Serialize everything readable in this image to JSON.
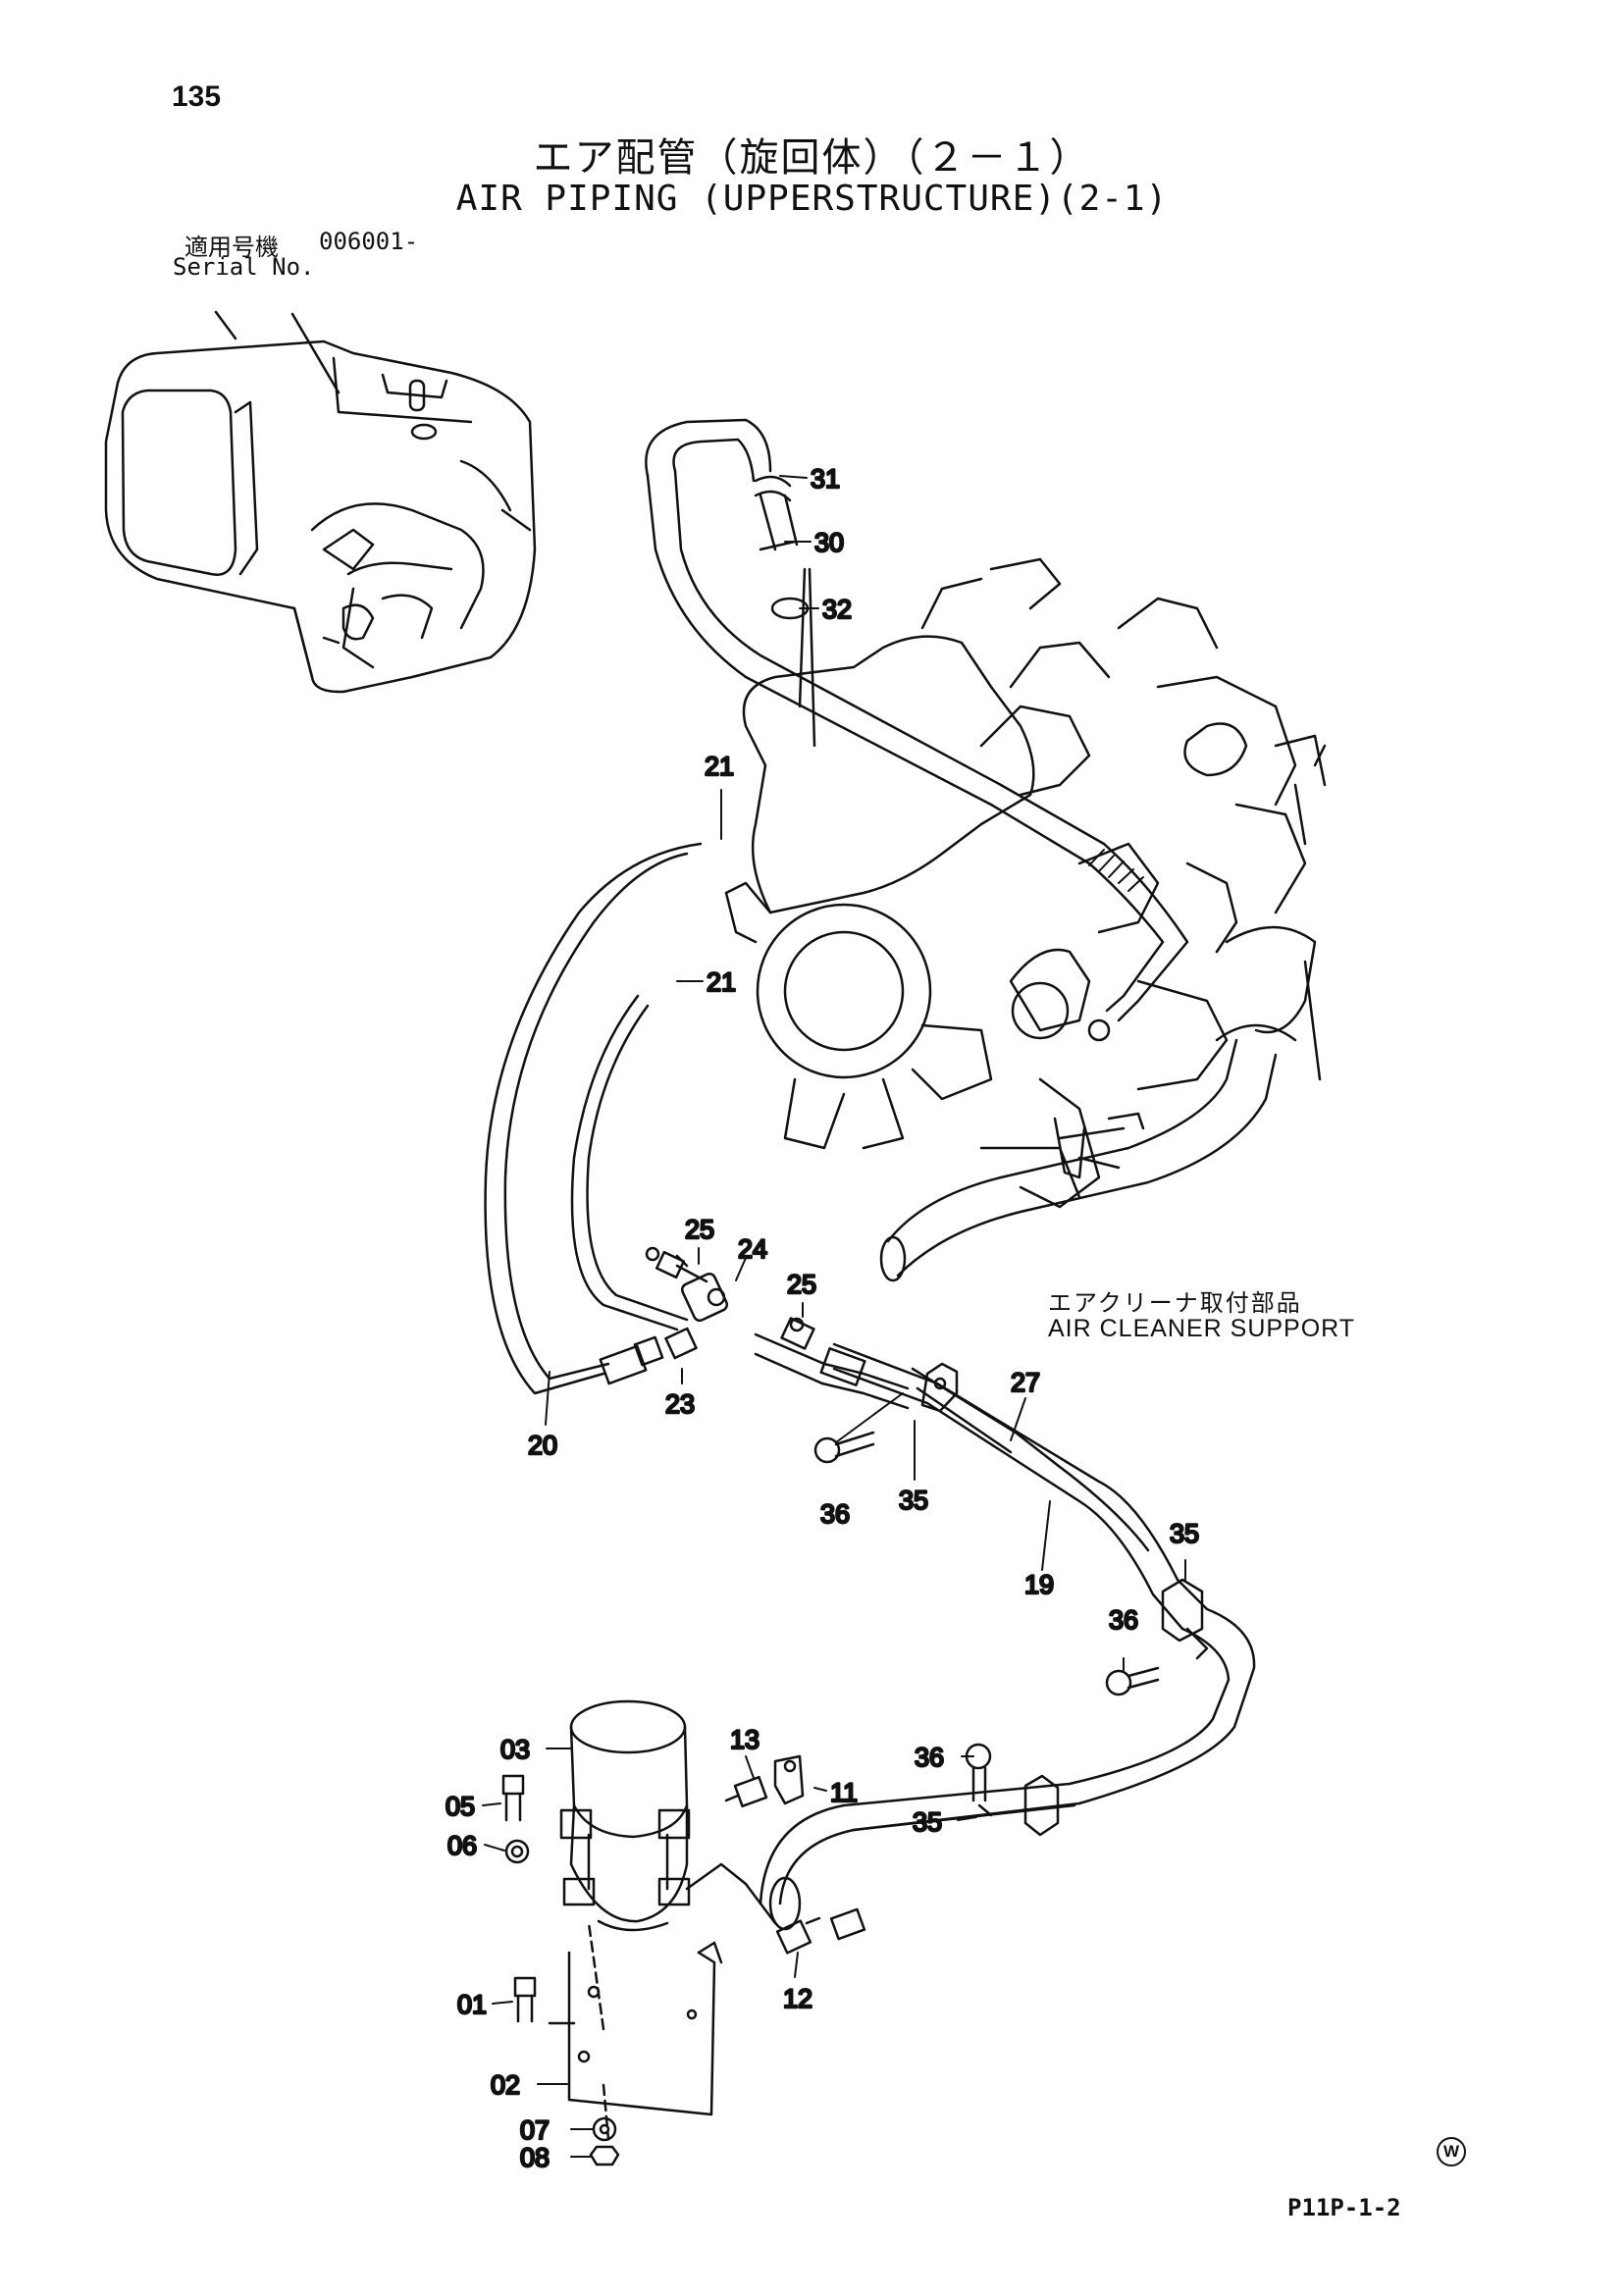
{
  "page_number": "135",
  "title_jp": "エア配管（旋回体）（２－１）",
  "title_en": "AIR PIPING (UPPERSTRUCTURE)(2-1)",
  "serial": {
    "label_jp": "適用号機",
    "value": "006001-",
    "label_en": "Serial No."
  },
  "note": {
    "jp": "エアクリーナ取付部品",
    "en": "AIR CLEANER SUPPORT"
  },
  "mark": "W",
  "page_code": "P11P-1-2",
  "callouts": {
    "c31": "31",
    "c30": "30",
    "c32": "32",
    "c21a": "21",
    "c21b": "21",
    "c25a": "25",
    "c24": "24",
    "c25b": "25",
    "c23": "23",
    "c20": "20",
    "c27": "27",
    "c36a": "36",
    "c35a": "35",
    "c19": "19",
    "c35b": "35",
    "c36b": "36",
    "c03": "03",
    "c13": "13",
    "c11": "11",
    "c05": "05",
    "c06": "06",
    "c36c": "36",
    "c35c": "35",
    "c12": "12",
    "c01": "01",
    "c02": "02",
    "c07": "07",
    "c08": "08"
  }
}
